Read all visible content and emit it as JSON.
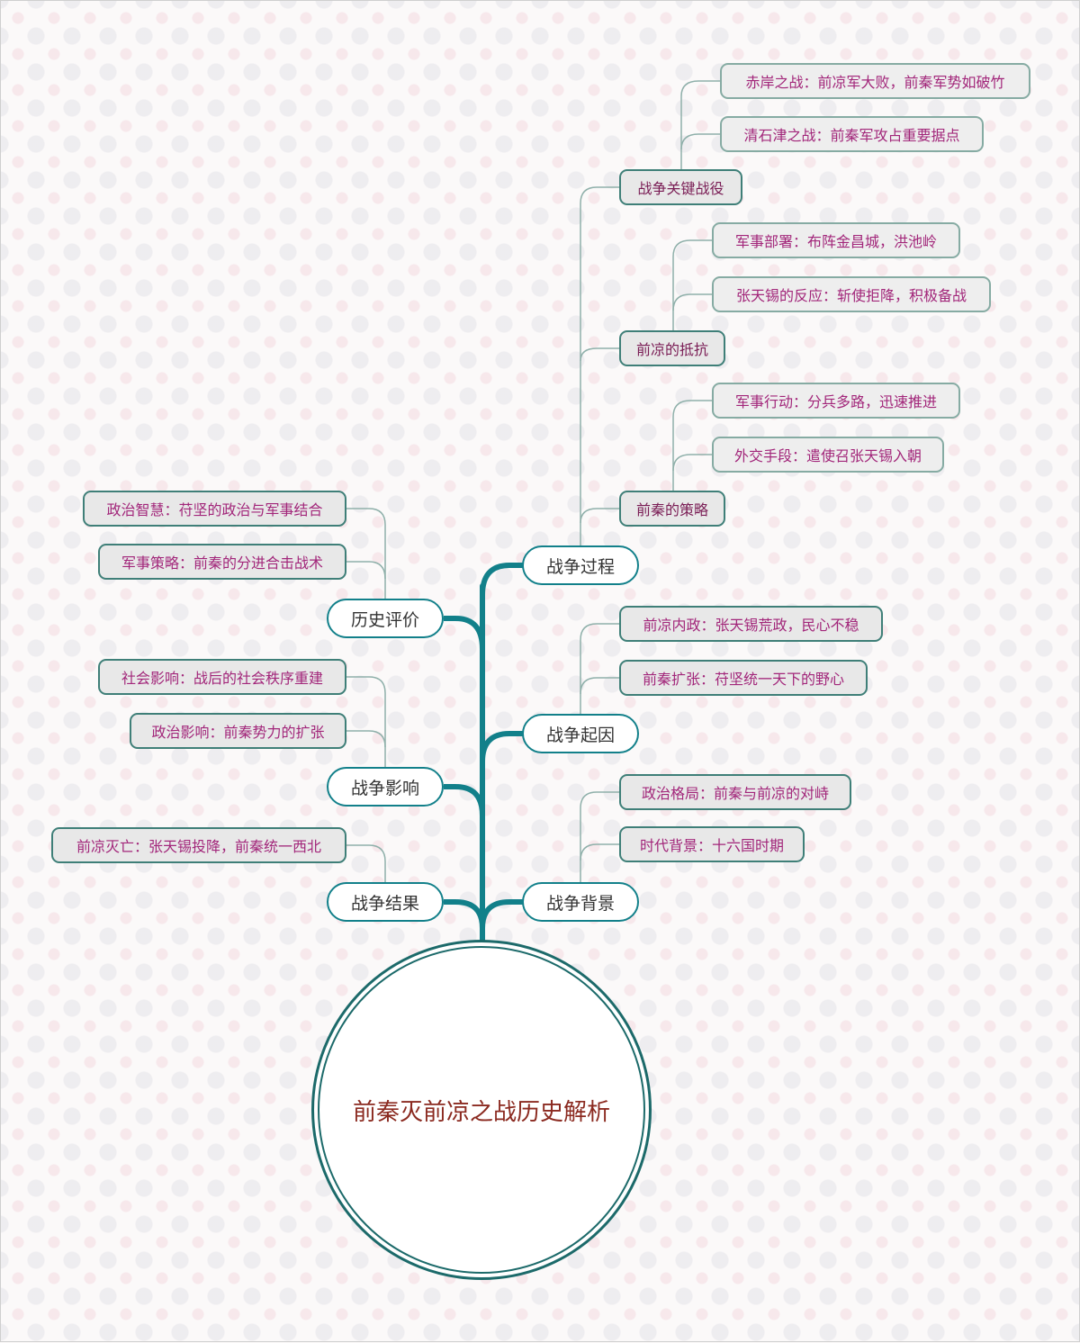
{
  "root": {
    "title": "前秦灭前凉之战历史解析"
  },
  "right_branches": [
    {
      "label": "战争过程",
      "subs": [
        {
          "label": "战争关键战役",
          "leaves": [
            "赤岸之战：前凉军大败，前秦军势如破竹",
            "清石津之战：前秦军攻占重要据点"
          ]
        },
        {
          "label": "前凉的抵抗",
          "leaves": [
            "军事部署：布阵金昌城，洪池岭",
            "张天锡的反应：斩使拒降，积极备战"
          ]
        },
        {
          "label": "前秦的策略",
          "leaves": [
            "军事行动：分兵多路，迅速推进",
            "外交手段：遣使召张天锡入朝"
          ]
        }
      ]
    },
    {
      "label": "战争起因",
      "leaves": [
        "前凉内政：张天锡荒政，民心不稳",
        "前秦扩张：苻坚统一天下的野心"
      ]
    },
    {
      "label": "战争背景",
      "leaves": [
        "政治格局：前秦与前凉的对峙",
        "时代背景：十六国时期"
      ]
    }
  ],
  "left_branches": [
    {
      "label": "历史评价",
      "leaves": [
        "政治智慧：苻坚的政治与军事结合",
        "军事策略：前秦的分进合击战术"
      ]
    },
    {
      "label": "战争影响",
      "leaves": [
        "社会影响：战后的社会秩序重建",
        "政治影响：前秦势力的扩张"
      ]
    },
    {
      "label": "战争结果",
      "leaves": [
        "前凉灭亡：张天锡投降，前秦统一西北"
      ]
    }
  ],
  "colors": {
    "trunk": "#12808a",
    "thin_link": "#8fb0aa",
    "root_border": "#1c6a6a",
    "root_text": "#8b2a20",
    "leaf_text": "#a2267a"
  }
}
